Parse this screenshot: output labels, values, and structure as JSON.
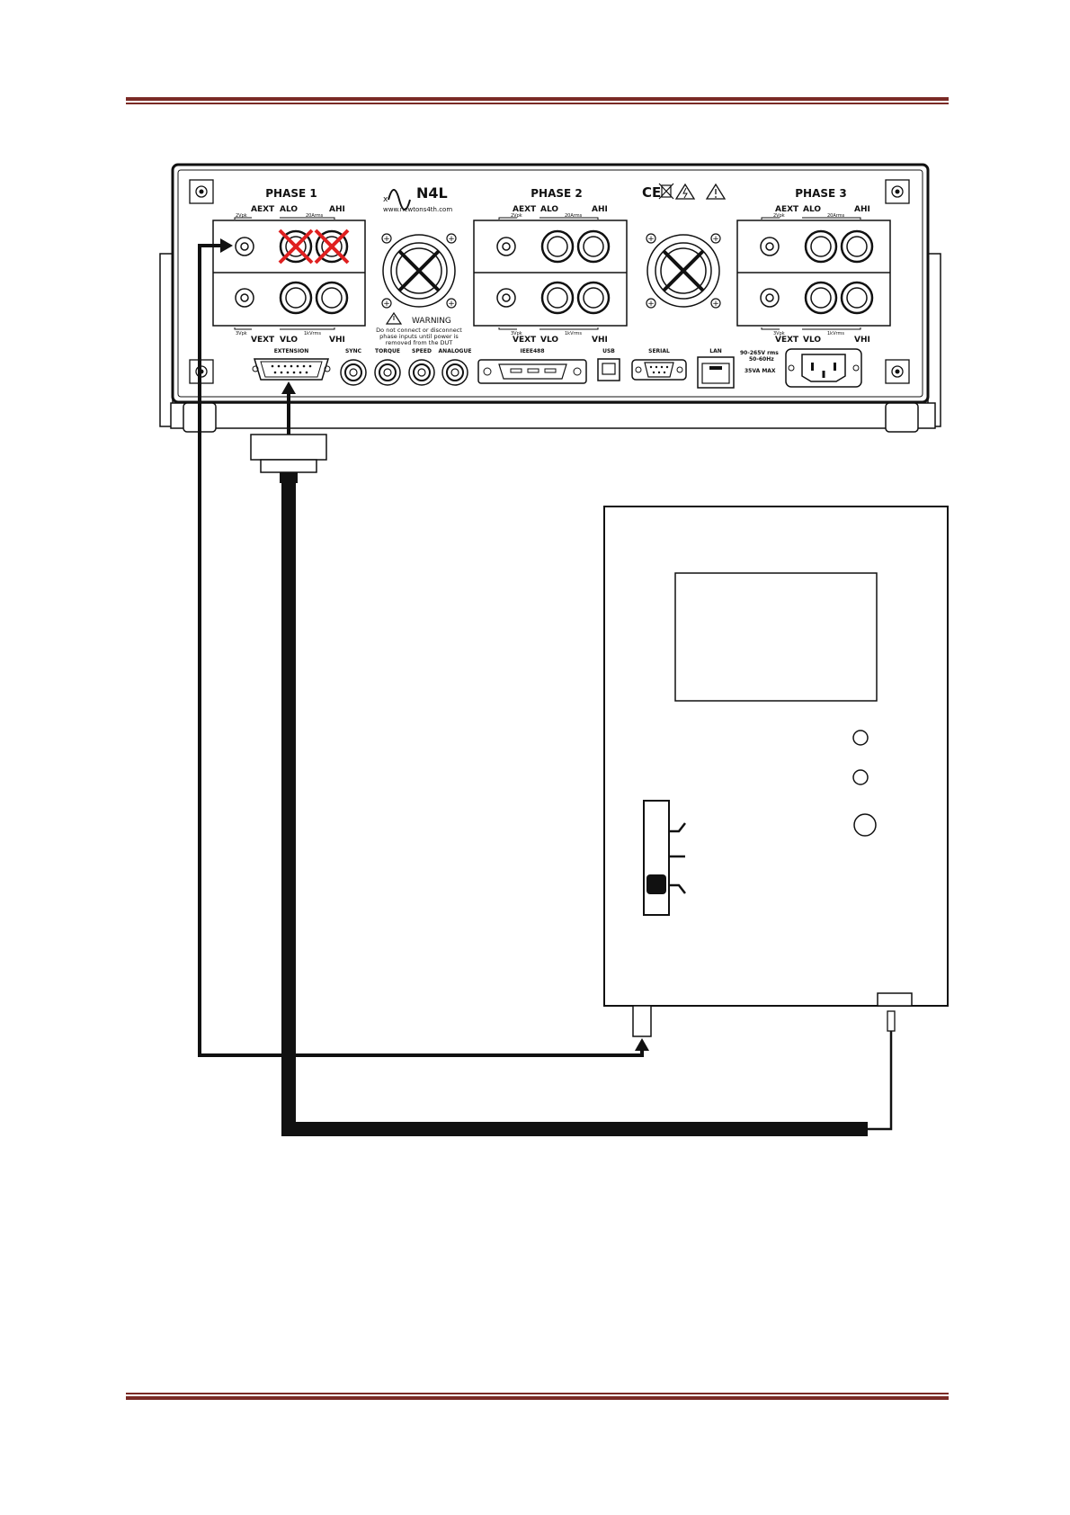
{
  "panel": {
    "phase1": "PHASE 1",
    "phase2": "PHASE 2",
    "phase3": "PHASE 3",
    "brand": "N4L",
    "website": "www.newtons4th.com",
    "a_ext": "AEXT",
    "a_lo": "ALO",
    "a_hi": "AHI",
    "v_ext": "VEXT",
    "v_lo": "VLO",
    "v_hi": "VHI",
    "range_2vpk": "2Vpk",
    "range_20arms": "20Arms",
    "range_3vpk": "3Vpk",
    "range_1kvrms": "1kVrms",
    "warning_title": "WARNING",
    "warning_text_1": "Do not connect or disconnect",
    "warning_text_2": "phase inputs until power is",
    "warning_text_3": "removed from the DUT",
    "extension": "EXTENSION",
    "sync": "SYNC",
    "torque": "TORQUE",
    "speed": "SPEED",
    "analogue": "ANALOGUE",
    "ieee488": "IEEE488",
    "usb": "USB",
    "serial": "SERIAL",
    "lan": "LAN",
    "power_1": "90-265V rms",
    "power_2": "50-60Hz",
    "power_3": "35VA MAX",
    "ce_mark": "CE"
  },
  "colors": {
    "rule": "#7a2a25",
    "cross": "#e02020",
    "ink": "#111111"
  }
}
